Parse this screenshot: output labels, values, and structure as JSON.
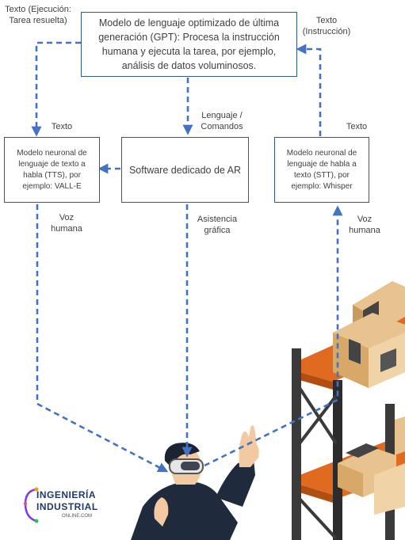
{
  "nodes": {
    "gpt": "Modelo de lenguaje optimizado de última generación (GPT): Procesa la instrucción humana y ejecuta la tarea, por ejemplo, análisis de datos voluminosos.",
    "tts": "Modelo neuronal de lenguaje de texto a habla (TTS), por ejemplo: VALL-E",
    "ar": "Software dedicado de AR",
    "stt": "Modelo neuronal de lenguaje de habla a texto (STT), por ejemplo: Whisper"
  },
  "edges": {
    "ejecucion": "Texto (Ejecución: Tarea resuelta)",
    "instruccion": "Texto (Instrucción)",
    "lenguaje": "Lenguaje / Comandos",
    "texto_tts": "Texto",
    "texto_stt": "Texto",
    "voz_out": "Voz humana",
    "voz_in": "Voz humana",
    "asistencia": "Asistencia gráfica"
  },
  "logo": {
    "line1": "INGENIERÍA",
    "line2": "INDUSTRIAL",
    "line3": "ONLINE.COM"
  },
  "colors": {
    "arrow": "#4472c4",
    "box_border": "#2f5597",
    "text": "#404040",
    "shelf_orange": "#e06a1f",
    "shelf_frame": "#3a3a3a",
    "box_tan": "#e8c38f"
  }
}
